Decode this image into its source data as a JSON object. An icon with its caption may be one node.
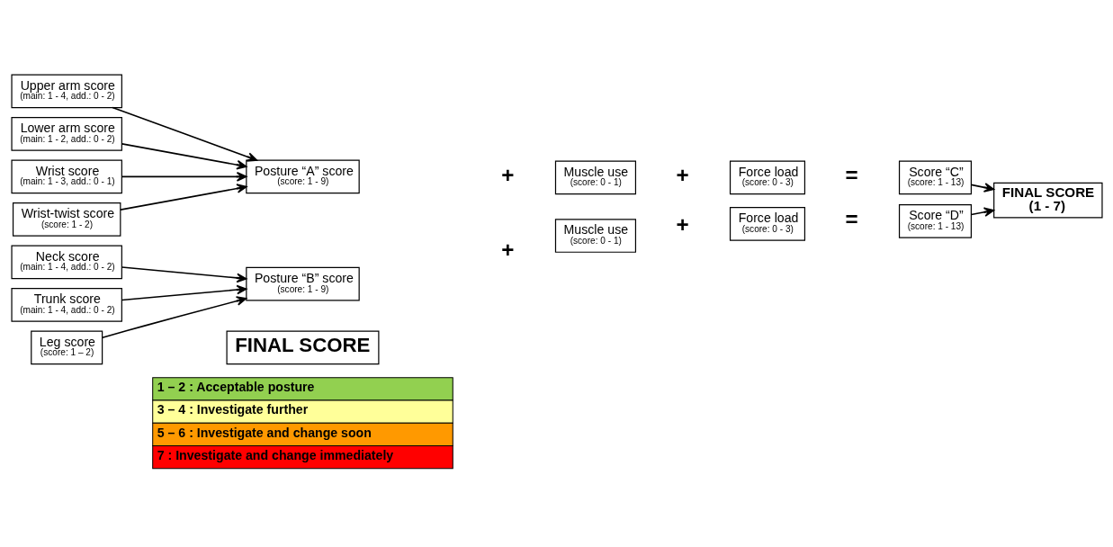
{
  "diagram": {
    "nodes": [
      {
        "text": [
          "Upper arm score",
          "(main: 1 - 4, add.: 0 - 2)"
        ]
      },
      {
        "text": [
          "Lower arm score",
          "(main: 1 - 2, add.: 0 - 2)"
        ]
      },
      {
        "text": [
          "Wrist score",
          "(main: 1 - 3, add.: 0 - 1)"
        ]
      },
      {
        "text": [
          "Wrist-twist score",
          "(score: 1 - 2)"
        ]
      },
      {
        "text": [
          "Posture “A” score",
          "(score: 1 - 9)"
        ]
      },
      {
        "text": [
          "Muscle use",
          "(score: 0 - 1)"
        ]
      },
      {
        "text": [
          "Force load",
          "(score: 0 - 3)"
        ]
      },
      {
        "text": [
          "Score “C”",
          "(score: 1 - 13)"
        ]
      },
      {
        "text": [
          "FINAL SCORE",
          "(1 - 7)"
        ]
      },
      {
        "text": [
          "Neck score",
          "(main: 1 - 4, add.: 0 - 2)"
        ]
      },
      {
        "text": [
          "Trunk score",
          "(main: 1 - 4, add.: 0 - 2)"
        ]
      },
      {
        "text": [
          "Leg score",
          "(score: 1 – 2)"
        ]
      },
      {
        "text": [
          "Posture “B” score",
          "(score: 1 - 9)"
        ]
      },
      {
        "text": [
          "Muscle use",
          "(score: 0 - 1)"
        ]
      },
      {
        "text": [
          "Force load",
          "(score: 0 - 3)"
        ]
      },
      {
        "text": [
          "Score “D”",
          "(score: 1 - 13)"
        ]
      },
      {
        "text": [
          "FINAL SCORE"
        ]
      }
    ],
    "edges": [
      {
        "from": 0,
        "to": 4,
        "arrow": "to"
      },
      {
        "from": 1,
        "to": 4,
        "arrow": "to"
      },
      {
        "from": 2,
        "to": 4,
        "arrow": "to"
      },
      {
        "from": 3,
        "to": 4,
        "arrow": "to"
      },
      {
        "from": 7,
        "to": 8,
        "arrow": "to"
      },
      {
        "from": 9,
        "to": 12,
        "arrow": "to"
      },
      {
        "from": 10,
        "to": 12,
        "arrow": "to"
      },
      {
        "from": 11,
        "to": 12,
        "arrow": "to"
      },
      {
        "from": 15,
        "to": 8,
        "arrow": "to"
      }
    ],
    "labels": [
      "+",
      "+",
      "=",
      "+",
      "+",
      "="
    ],
    "legend": [
      {
        "text": "1 – 2 : Acceptable posture",
        "color": "#92d050"
      },
      {
        "text": "3 – 4 : Investigate further",
        "color": "#ffff99"
      },
      {
        "text": "5 – 6 : Investigate and change soon",
        "color": "#ff9900"
      },
      {
        "text": "7 : Investigate and change immediately",
        "color": "#ff0000"
      }
    ]
  }
}
